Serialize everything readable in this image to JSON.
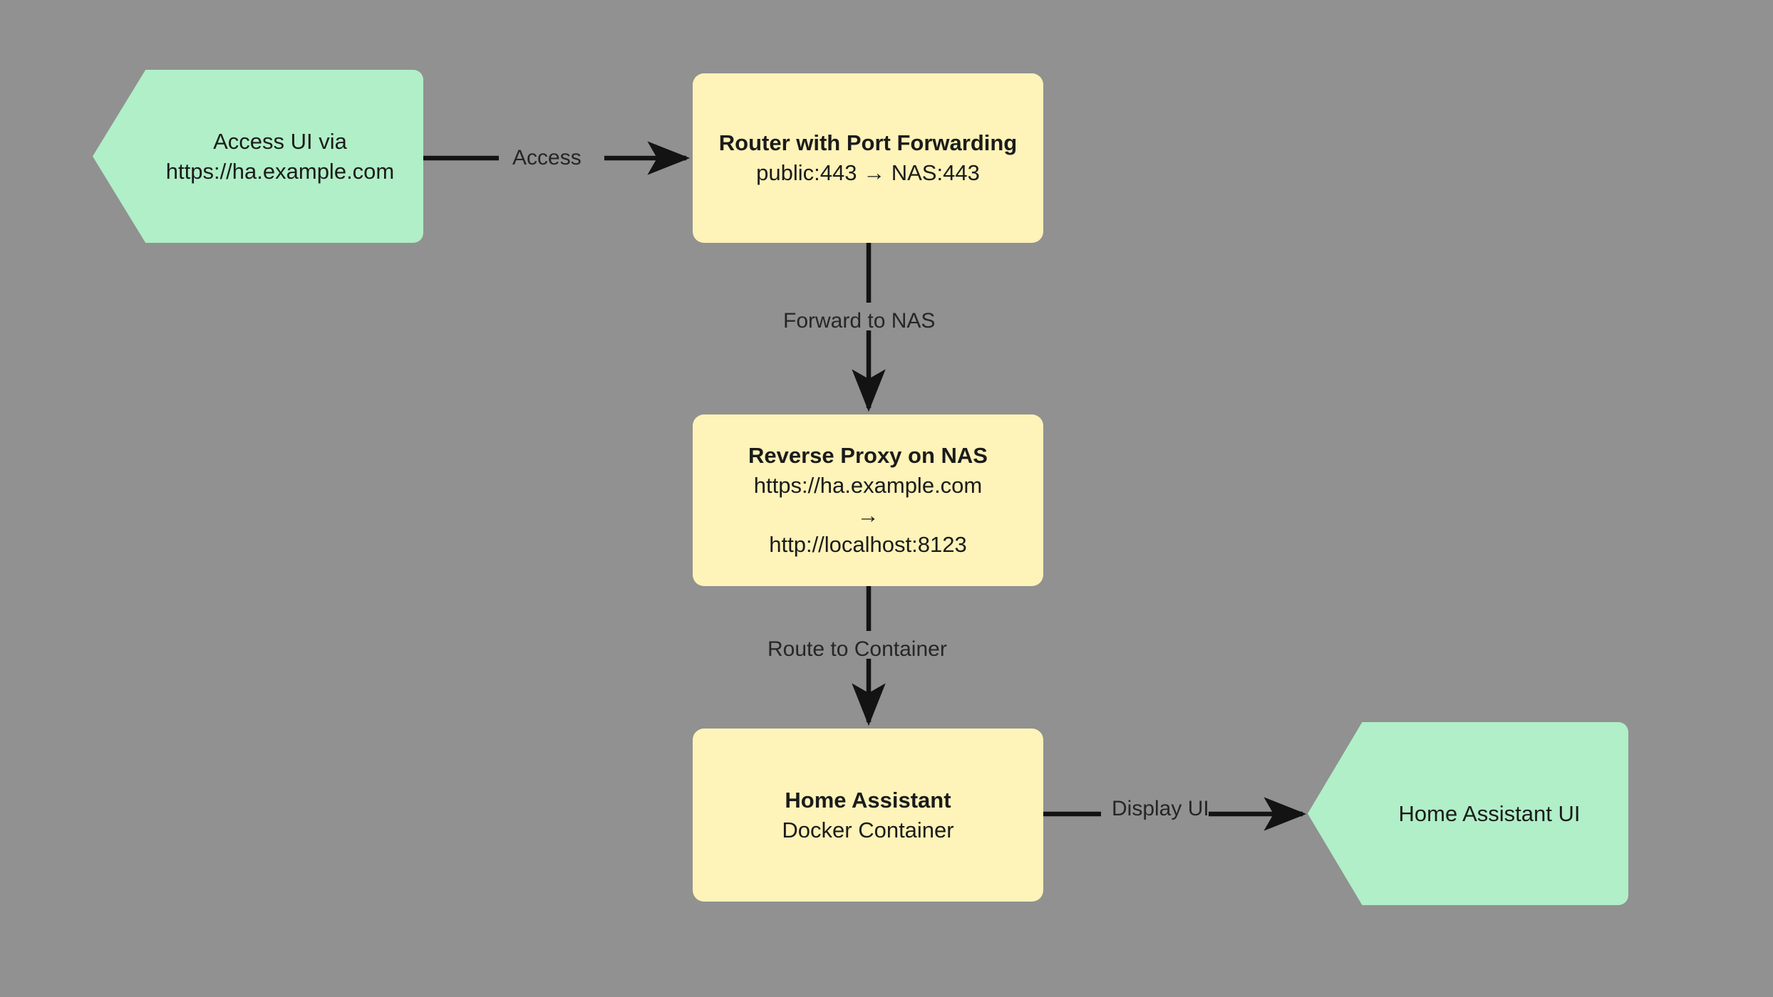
{
  "diagram": {
    "type": "flowchart",
    "direction": "top-down",
    "background_color": "#919191",
    "node_fill_process": "#fef3b8",
    "node_fill_terminal": "#b0efc7",
    "edge_color": "#1a1a1a",
    "text_color": "#1b1b1b",
    "nodes": [
      {
        "id": "access-ui",
        "shape": "flag",
        "fill": "#b0efc7",
        "lines": [
          {
            "text": "Access UI via",
            "bold": false
          },
          {
            "text": "https://ha.example.com",
            "bold": false
          }
        ]
      },
      {
        "id": "router",
        "shape": "rounded-rect",
        "fill": "#fef3b8",
        "lines": [
          {
            "text": "Router with Port Forwarding",
            "bold": true
          },
          {
            "text": "public:443 → NAS:443",
            "bold": false
          }
        ]
      },
      {
        "id": "reverse-proxy",
        "shape": "rounded-rect",
        "fill": "#fef3b8",
        "lines": [
          {
            "text": "Reverse Proxy on NAS",
            "bold": true
          },
          {
            "text": "https://ha.example.com",
            "bold": false
          },
          {
            "text": "→",
            "bold": false
          },
          {
            "text": "http://localhost:8123",
            "bold": false
          }
        ]
      },
      {
        "id": "home-assistant",
        "shape": "rounded-rect",
        "fill": "#fef3b8",
        "lines": [
          {
            "text": "Home Assistant",
            "bold": true
          },
          {
            "text": "Docker Container",
            "bold": false
          }
        ]
      },
      {
        "id": "ha-ui",
        "shape": "flag",
        "fill": "#b0efc7",
        "lines": [
          {
            "text": "Home Assistant UI",
            "bold": false
          }
        ]
      }
    ],
    "edges": [
      {
        "id": "access",
        "from": "access-ui",
        "to": "router",
        "label": "Access",
        "orientation": "horizontal"
      },
      {
        "id": "forward",
        "from": "router",
        "to": "reverse-proxy",
        "label": "Forward to NAS",
        "orientation": "vertical"
      },
      {
        "id": "route",
        "from": "reverse-proxy",
        "to": "home-assistant",
        "label": "Route to Container",
        "orientation": "vertical"
      },
      {
        "id": "display-ui",
        "from": "home-assistant",
        "to": "ha-ui",
        "label": "Display UI",
        "orientation": "horizontal"
      }
    ]
  }
}
